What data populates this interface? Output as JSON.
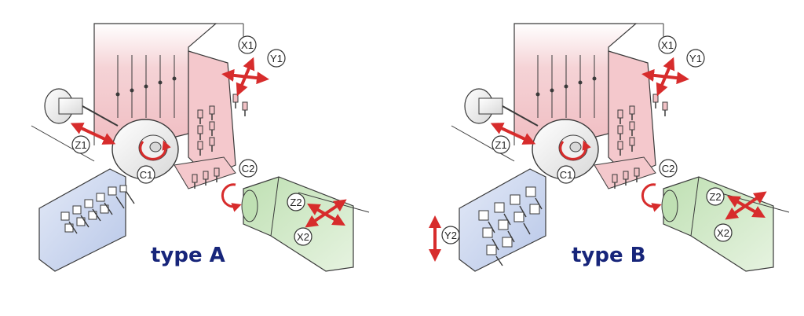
{
  "colors": {
    "pink_head": "#f6d6d8",
    "pink_tool": "#f2c2c6",
    "blue_block": "#c9d5ee",
    "green_spindle": "#cfe6c5",
    "arrow_red": "#d72c2c",
    "title_navy": "#17257a",
    "outline": "#3a3a3a"
  },
  "type_a": {
    "title": "type A",
    "labels": {
      "x1": "X1",
      "y1": "Y1",
      "z1": "Z1",
      "c1": "C1",
      "c2": "C2",
      "z2": "Z2",
      "x2": "X2"
    }
  },
  "type_b": {
    "title": "type B",
    "labels": {
      "x1": "X1",
      "y1": "Y1",
      "z1": "Z1",
      "c1": "C1",
      "c2": "C2",
      "z2": "Z2",
      "x2": "X2",
      "y2": "Y2"
    }
  }
}
